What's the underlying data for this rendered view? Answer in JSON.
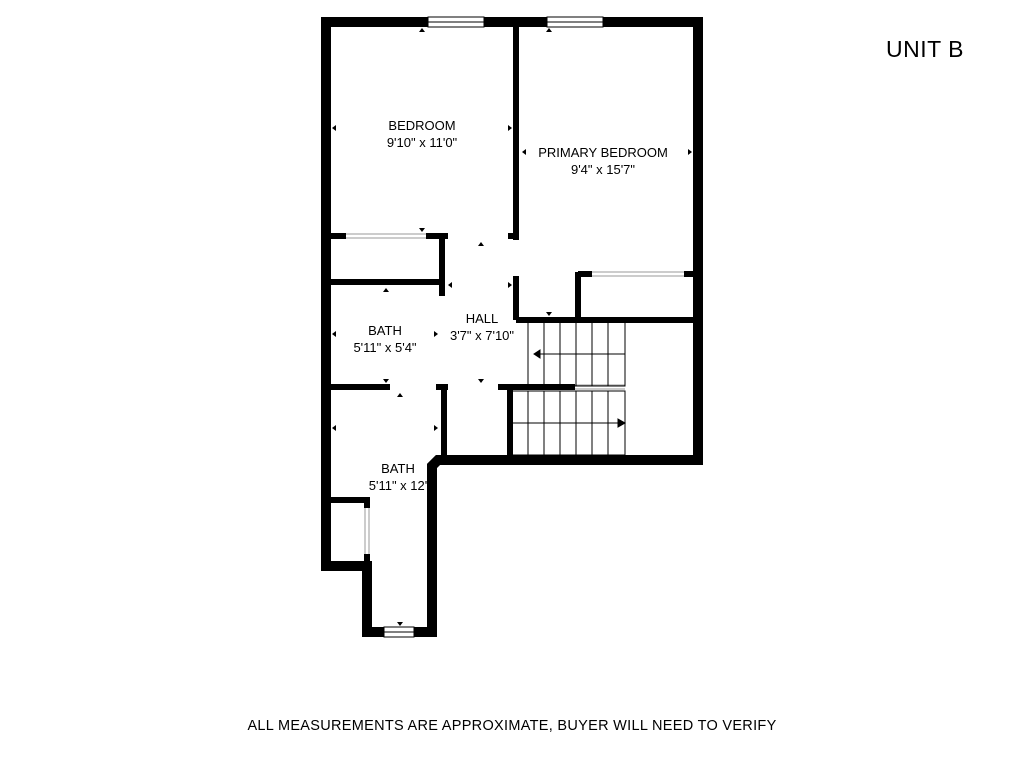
{
  "unit_label": "UNIT B",
  "rooms": [
    {
      "id": "bedroom",
      "name": "BEDROOM",
      "size": "9'10\" x 11'0\""
    },
    {
      "id": "primary",
      "name": "PRIMARY BEDROOM",
      "size": "9'4\" x 15'7\""
    },
    {
      "id": "hall",
      "name": "HALL",
      "size": "3'7\" x 7'10\""
    },
    {
      "id": "bath1",
      "name": "BATH",
      "size": "5'11\" x 5'4\""
    },
    {
      "id": "bath2",
      "name": "BATH",
      "size": "5'11\" x 12'"
    }
  ],
  "disclaimer": "ALL MEASUREMENTS ARE APPROXIMATE, BUYER WILL NEED TO VERIFY",
  "colors": {
    "wall": "#000000",
    "window": "#ffffff",
    "background": "#ffffff"
  }
}
